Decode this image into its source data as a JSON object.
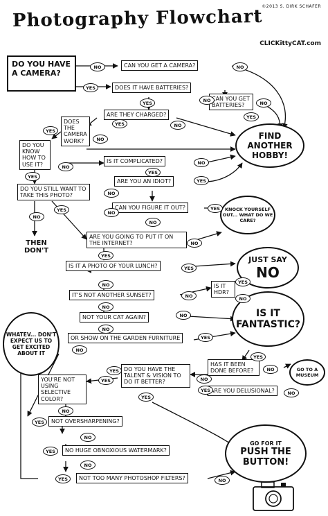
{
  "header": {
    "title": "Photography Flowchart",
    "credit": "©2013 S. DIRK SCHAFER",
    "site": "CLICKittyCAT.com"
  },
  "questions": {
    "start": "Do you have a camera?",
    "get_camera": "Can you get a camera?",
    "batteries": "Does it have batteries?",
    "get_batteries": "Can you get batteries?",
    "charged": "Are they charged?",
    "camera_work": "Does the camera work?",
    "know_how": "Do you know how to use it?",
    "complicated": "Is it complicated?",
    "idiot": "Are you an idiot?",
    "still_want": "Do you still want to take this photo?",
    "figure_out": "Can you figure it out?",
    "internet": "Are you going to put it on the internet?",
    "lunch": "Is it a photo of your lunch?",
    "sunset": "It's not another sunset?",
    "hdr": "Is it HDR?",
    "cat": "Not your cat again?",
    "garden": "Or show on the garden furniture",
    "talent": "Do you have the talent & vision to do it better?",
    "done_before": "Has it been done before?",
    "delusional": "Are you delusional?",
    "selective_color": "You're not using selective color?",
    "oversharpening": "Not oversharpening?",
    "watermark": "No huge obnoxious watermark?",
    "photoshop": "Not too many Photoshop filters?"
  },
  "outcomes": {
    "find_hobby": "Find another hobby!",
    "then_dont": "Then don't",
    "knock_yourself": "Knock yourself out... what do we care?",
    "just_say_no_1": "Just say",
    "just_say_no_2": "NO",
    "fantastic": "Is it fantastic?",
    "whatev": "Whatev... don't expect us to get excited about it",
    "museum": "Go to a museum",
    "go_for_it": "Go for it",
    "push_button": "Push the button!"
  },
  "labels": {
    "yes": "YES",
    "no": "NO"
  }
}
